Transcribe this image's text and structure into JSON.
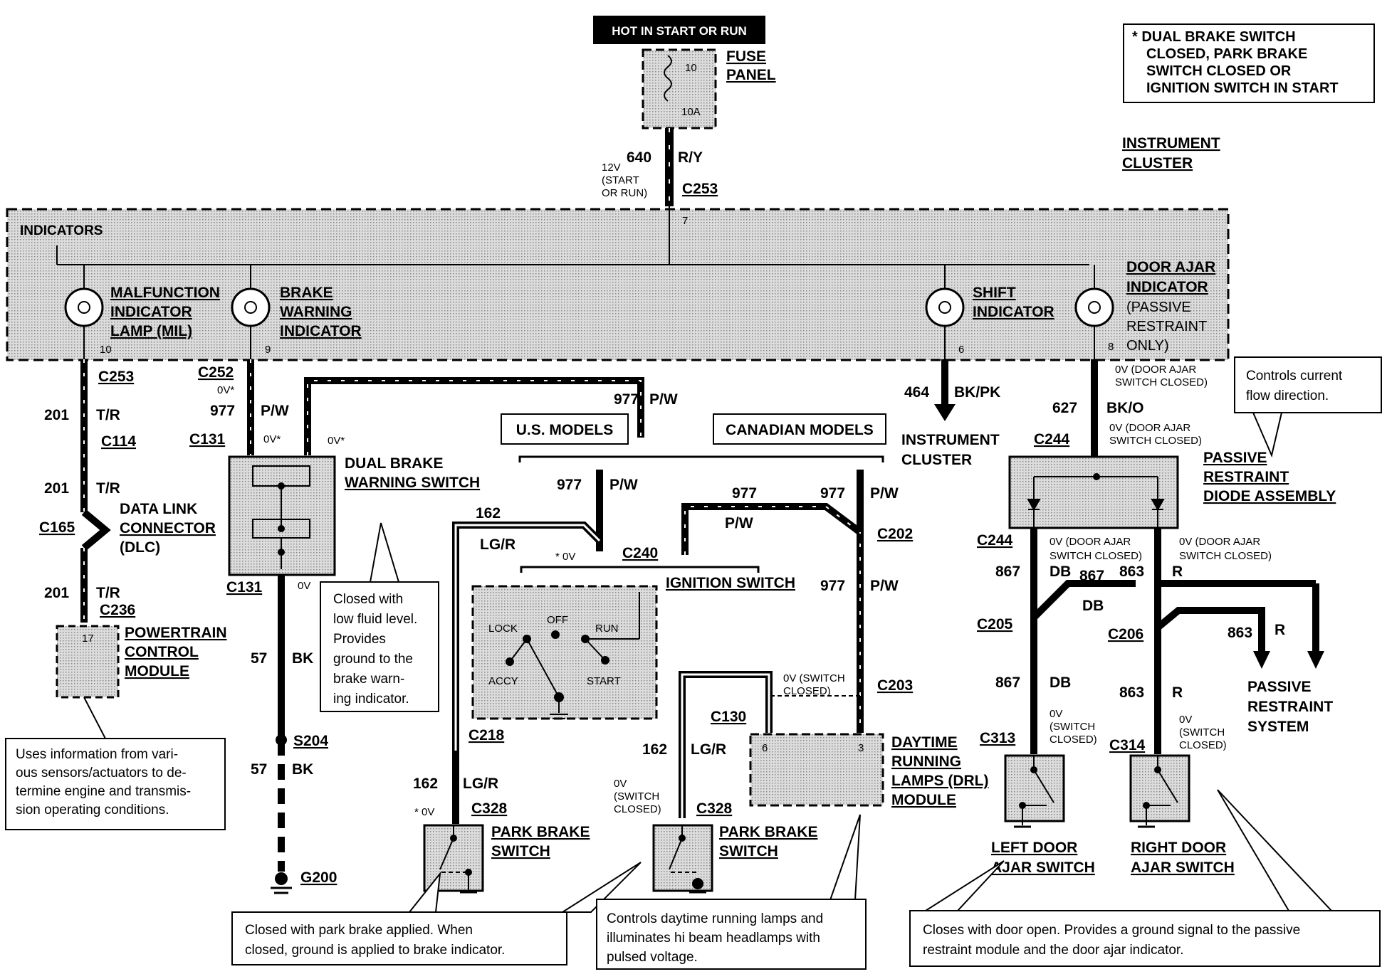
{
  "header": {
    "power_label": "HOT IN START OR RUN"
  },
  "fuse": {
    "title_line1": "FUSE",
    "title_line2": "PANEL",
    "number": "10",
    "rating": "10A"
  },
  "legend": {
    "line1": "* DUAL BRAKE SWITCH",
    "line2": "CLOSED, PARK BRAKE",
    "line3": "SWITCH CLOSED OR",
    "line4": "IGNITION SWITCH IN START"
  },
  "cluster": {
    "label_top_line1": "INSTRUMENT",
    "label_top_line2": "CLUSTER",
    "indicators_label": "INDICATORS",
    "mil_line1": "MALFUNCTION",
    "mil_line2": "INDICATOR",
    "mil_line3": "LAMP (MIL)",
    "mil_pin": "10",
    "brake_line1": "BRAKE",
    "brake_line2": "WARNING",
    "brake_line3": "INDICATOR",
    "brake_pin": "9",
    "shift_line1": "SHIFT",
    "shift_line2": "INDICATOR",
    "shift_pin": "6",
    "door_line1": "DOOR AJAR",
    "door_line2": "INDICATOR",
    "door_line3": "(PASSIVE",
    "door_line4": "RESTRAINT",
    "door_line5": "ONLY)",
    "door_pin": "8",
    "feed_pin": "7",
    "label_mid_line1": "INSTRUMENT",
    "label_mid_line2": "CLUSTER"
  },
  "feed": {
    "voltage_line1": "12V",
    "voltage_line2": "(START",
    "voltage_line3": "OR RUN)",
    "circuit": "640",
    "color": "R/Y",
    "connector": "C253"
  },
  "left": {
    "c253": "C253",
    "c114": "C114",
    "c165": "C165",
    "c236": "C236",
    "circuit": "201",
    "color": "T/R",
    "dlc_line1": "DATA LINK",
    "dlc_line2": "CONNECTOR",
    "dlc_line3": "(DLC)",
    "pcm_line1": "POWERTRAIN",
    "pcm_line2": "CONTROL",
    "pcm_line3": "MODULE",
    "pcm_pin": "17",
    "note_line1": "Uses information from vari-",
    "note_line2": "ous sensors/actuators to de-",
    "note_line3": "termine engine and transmis-",
    "note_line4": "sion operating conditions."
  },
  "brake": {
    "c252": "C252",
    "c131_top": "C131",
    "c131_bottom": "C131",
    "zero_star": "0V*",
    "zero": "0V",
    "circuit": "977",
    "color": "P/W",
    "switch_line1": "DUAL BRAKE",
    "switch_line2": "WARNING SWITCH",
    "gnd_circuit": "57",
    "gnd_color": "BK",
    "splice": "S204",
    "ground": "G200",
    "note_line1": "Closed with",
    "note_line2": "low fluid level.",
    "note_line3": "Provides",
    "note_line4": "ground to the",
    "note_line5": "brake warn-",
    "note_line6": "ing indicator."
  },
  "models": {
    "us": "U.S. MODELS",
    "canadian": "CANADIAN MODELS"
  },
  "ignition": {
    "title": "IGNITION SWITCH",
    "connector": "C240",
    "star_zero": "* 0V",
    "lock": "LOCK",
    "off": "OFF",
    "run": "RUN",
    "accy": "ACCY",
    "start": "START"
  },
  "park": {
    "circuit": "162",
    "color": "LG/R",
    "c218": "C218",
    "c328": "C328",
    "c130": "C130",
    "switch_line1": "PARK BRAKE",
    "switch_line2": "SWITCH",
    "star_zero": "* 0V",
    "zero_line1": "0V",
    "zero_line2": "(SWITCH",
    "zero_line3": "CLOSED)",
    "note_line1": "Closed with park brake applied.  When",
    "note_line2": "closed, ground is applied to brake indicator."
  },
  "drl": {
    "c202": "C202",
    "c203": "C203",
    "pin_a": "6",
    "pin_b": "3",
    "line1": "DAYTIME",
    "line2": "RUNNING",
    "line3": "LAMPS (DRL)",
    "line4": "MODULE",
    "zero_line1": "0V (SWITCH",
    "zero_line2": "CLOSED)",
    "note_line1": "Controls daytime running lamps and",
    "note_line2": "illuminates hi beam headlamps with",
    "note_line3": "pulsed voltage."
  },
  "shift": {
    "circuit": "464",
    "color": "BK/PK"
  },
  "door": {
    "circuit": "627",
    "color": "BK/O",
    "c244": "C244",
    "c244b": "C244",
    "zero_line1": "0V (DOOR AJAR",
    "zero_line2": "SWITCH  CLOSED)",
    "zero2_line1": "0V (DOOR AJAR",
    "zero2_line2": "SWITCH CLOSED)",
    "diode_line1": "PASSIVE",
    "diode_line2": "RESTRAINT",
    "diode_line3": "DIODE ASSEMBLY",
    "callout_line1": "Controls current",
    "callout_line2": "flow direction.",
    "left_circuit": "867",
    "left_color": "DB",
    "right_circuit": "863",
    "right_color": "R",
    "c205": "C205",
    "c206": "C206",
    "c313": "C313",
    "c314": "C314",
    "left_zero_line1": "0V (DOOR AJAR",
    "left_zero_line2": "SWITCH  CLOSED)",
    "right_zero_line1": "0V (DOOR AJAR",
    "right_zero_line2": "SWITCH  CLOSED)",
    "sw_zero_line1": "0V",
    "sw_zero_line2": "(SWITCH",
    "sw_zero_line3": "CLOSED)",
    "prs_line1": "PASSIVE",
    "prs_line2": "RESTRAINT",
    "prs_line3": "SYSTEM",
    "left_switch_line1": "LEFT DOOR",
    "left_switch_line2": "AJAR SWITCH",
    "right_switch_line1": "RIGHT DOOR",
    "right_switch_line2": "AJAR SWITCH",
    "note_line1": "Closes with door open. Provides a ground signal to the passive",
    "note_line2": "restraint module and the door ajar indicator."
  }
}
